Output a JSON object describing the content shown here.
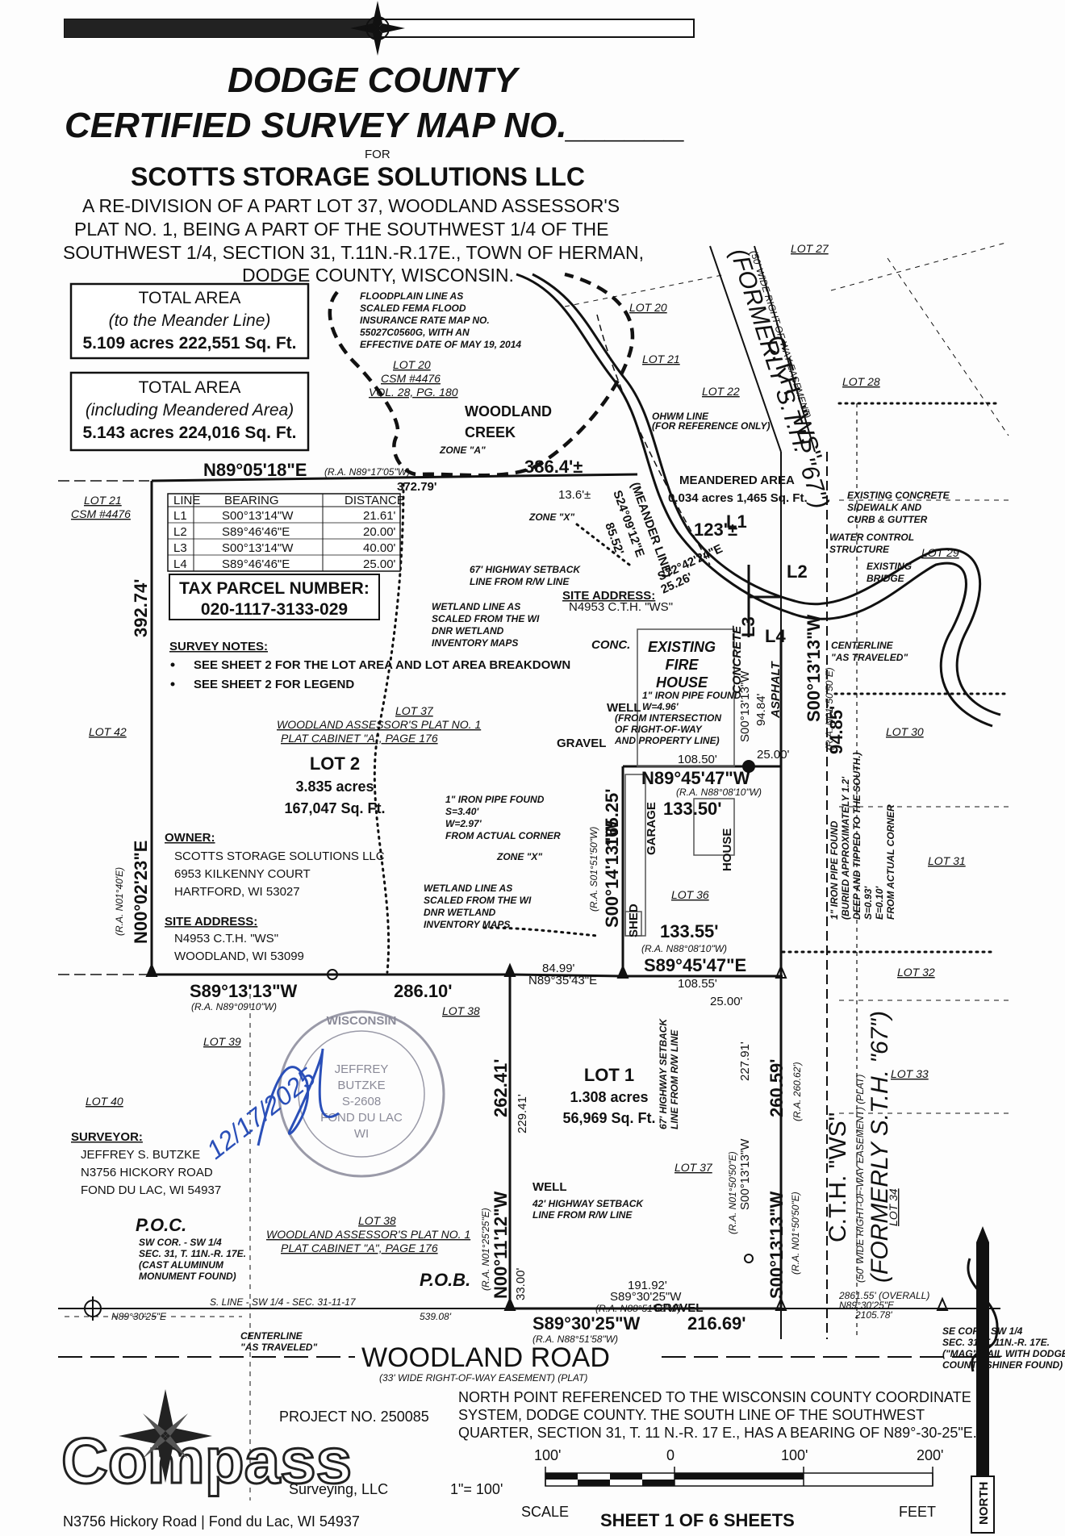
{
  "header": {
    "title_line1": "DODGE COUNTY",
    "title_line2": "CERTIFIED SURVEY MAP NO.______",
    "for": "FOR",
    "client": "SCOTTS STORAGE SOLUTIONS LLC",
    "desc1": "A RE-DIVISION OF A PART LOT 37, WOODLAND ASSESSOR'S",
    "desc2": "PLAT NO. 1, BEING A PART OF THE SOUTHWEST 1/4 OF THE",
    "desc3": "SOUTHWEST 1/4, SECTION 31, T.11N.-R.17E., TOWN OF HERMAN,",
    "desc4": "DODGE COUNTY, WISCONSIN."
  },
  "area_boxes": [
    {
      "title": "TOTAL AREA",
      "subtitle": "(to the Meander Line)",
      "value": "5.109 acres  222,551 Sq. Ft."
    },
    {
      "title": "TOTAL AREA",
      "subtitle": "(including Meandered Area)",
      "value": "5.143 acres   224,016 Sq. Ft."
    }
  ],
  "line_table": {
    "headers": [
      "LINE",
      "BEARING",
      "DISTANCE"
    ],
    "rows": [
      [
        "L1",
        "S00°13'14\"W",
        "21.61'"
      ],
      [
        "L2",
        "S89°46'46\"E",
        "20.00'"
      ],
      [
        "L3",
        "S00°13'14\"W",
        "40.00'"
      ],
      [
        "L4",
        "S89°46'46\"E",
        "25.00'"
      ]
    ]
  },
  "tax_parcel": {
    "label": "TAX PARCEL NUMBER:",
    "number": "020-1117-3133-029"
  },
  "survey_notes": {
    "title": "SURVEY NOTES:",
    "items": [
      "SEE SHEET 2 FOR THE LOT AREA AND LOT AREA BREAKDOWN",
      "SEE SHEET 2 FOR LEGEND"
    ]
  },
  "owner": {
    "title": "OWNER:",
    "lines": [
      "SCOTTS STORAGE SOLUTIONS LLC",
      "6953 KILKENNY COURT",
      "HARTFORD, WI 53027"
    ]
  },
  "site_address": {
    "title": "SITE ADDRESS:",
    "lines": [
      "N4953 C.T.H. \"WS\"",
      "WOODLAND, WI 53099"
    ]
  },
  "surveyor": {
    "title": "SURVEYOR:",
    "lines": [
      "JEFFREY S. BUTZKE",
      "N3756 HICKORY ROAD",
      "FOND DU LAC, WI 54937"
    ]
  },
  "lots": {
    "lot2": {
      "name": "LOT 2",
      "acres": "3.835 acres",
      "sqft": "167,047 Sq. Ft."
    },
    "lot1": {
      "name": "LOT 1",
      "acres": "1.308 acres",
      "sqft": "56,969 Sq. Ft."
    }
  },
  "bearings": {
    "north_line": "N89°05'18\"E",
    "north_ra": "(R.A. N89°17'05\"W)",
    "north_dist": "386.4'±",
    "north_sub": "372.79'",
    "west_dist": "392.74'",
    "west_bearing": "N00°02'23\"E",
    "west_ra": "(R.A. N01°40'E)",
    "mid_line": "S89°13'13\"W",
    "mid_ra": "(R.A. N89°09'10\"W)",
    "mid_dist": "286.10'",
    "mid_sub": "84.99'",
    "mid_sub2": "N89°35'43\"E",
    "south_line": "S89°30'25\"W",
    "south_ra": "(R.A. N88°51'58\"W)",
    "south_dist": "216.69'",
    "south_sub": "191.92'",
    "south_sub_bearing": "S89°30'25\"W",
    "south_sub_ra": "(R.A. N88°51'58\"W)",
    "lot1_west": "N00°11'12\"W",
    "lot1_west_ra": "(R.A. N01°25'25\"E)",
    "lot1_west_dist": "262.41'",
    "lot1_inner": "229.41'",
    "lot1_east": "S00°13'13\"W",
    "lot1_east_ra": "(R.A. N01°50'50\"E)",
    "lot1_east_dist": "260.59'",
    "lot1_east_ra2": "(R.A. 260.62')",
    "lot1_inner_east": "227.91'",
    "house_line": "N89°45'47\"W",
    "house_ra": "(R.A. N88°08'10\"W)",
    "house_dist": "133.50'",
    "house_sub": "108.50'",
    "house_side": "25.00'",
    "garage_line": "S00°14'13\"W",
    "garage_ra": "(R.A. S01°51'50\"W)",
    "garage_dist": "165.25'",
    "south_house": "S89°45'47\"E",
    "south_house_ra": "(R.A. N88°08'10\"W)",
    "south_house_dist": "133.55'",
    "south_house_sub": "108.55'",
    "south_house_side": "25.00'",
    "east_line": "S00°13'13\"W",
    "east_ra": "(R.A. N01°50'50\"E)",
    "east_dist": "94.85'",
    "east_inner": "94.84'",
    "east_inner_bearing": "S00°13'13\"W",
    "meander_dist": "123'±",
    "meander_bearing": "S24°09'12\"E",
    "meander_sub": "85.52'",
    "meander2": "S72°42'24\"E",
    "meander2_dist": "25.26'",
    "meander_bit": "13.6'±",
    "row_inner": "S00°13'13\"W",
    "overall": "2861.55' (OVERALL)",
    "overall_bearing": "N89°30'25\"E",
    "sec_dist": "2105.78'",
    "pob_dist": "539.08'",
    "pob_33": "33.00'"
  },
  "labels": {
    "floodplain": [
      "FLOODPLAIN LINE AS",
      "SCALED FEMA FLOOD",
      "INSURANCE RATE MAP NO.",
      "55027C0560G, WITH AN",
      "EFFECTIVE DATE OF MAY 19, 2014"
    ],
    "lot20_csm": [
      "LOT 20",
      "CSM #4476",
      "VOL. 28, PG. 180"
    ],
    "creek": [
      "WOODLAND",
      "CREEK"
    ],
    "zone_a": "ZONE \"A\"",
    "zone_x": "ZONE \"X\"",
    "zone_x2": "ZONE \"X\"",
    "ohwm": [
      "OHWM LINE",
      "(FOR REFERENCE ONLY)"
    ],
    "meandered": [
      "MEANDERED AREA",
      "0.034 acres   1,465 Sq. Ft."
    ],
    "concrete": [
      "EXISTING CONCRETE",
      "SIDEWALK AND",
      "CURB & GUTTER"
    ],
    "water": [
      "WATER CONTROL",
      "STRUCTURE"
    ],
    "bridge": [
      "EXISTING",
      "BRIDGE"
    ],
    "centerline_travel": [
      "CENTERLINE",
      "\"AS TRAVELED\""
    ],
    "setback67": [
      "67' HIGHWAY SETBACK",
      "LINE FROM R/W LINE"
    ],
    "wetland1": [
      "WETLAND LINE AS",
      "SCALED FROM THE WI",
      "DNR WETLAND",
      "INVENTORY MAPS"
    ],
    "wetland2": [
      "WETLAND LINE AS",
      "SCALED FROM THE WI",
      "DNR WETLAND",
      "INVENTORY MAPS"
    ],
    "site_addr_small": [
      "SITE ADDRESS:",
      "N4953 C.T.H. \"WS\""
    ],
    "conc": "CONC.",
    "fire_house": [
      "EXISTING",
      "FIRE",
      "HOUSE"
    ],
    "well": "WELL",
    "well2": "WELL",
    "gravel": "GRAVEL",
    "gravel2": "GRAVEL",
    "iron_pipe": [
      "1\" IRON PIPE FOUND",
      "W=4.96'",
      "(FROM INTERSECTION",
      "OF RIGHT-OF-WAY",
      "AND PROPERTY LINE)"
    ],
    "iron_pipe2": [
      "1\" IRON PIPE FOUND",
      "S=3.40'",
      "W=2.97'",
      "FROM ACTUAL CORNER"
    ],
    "iron_pipe3": [
      "1\" IRON PIPE FOUND",
      "(BURIED APPROXIMATELY 1.2'",
      "DEEP AND TIPPED TO THE SOUTH.)",
      "S=0.93'",
      "E=0.10'",
      "FROM ACTUAL CORNER"
    ],
    "garage": "GARAGE",
    "house": "HOUSE",
    "shed": "SHED",
    "concrete_v": "CONCRETE",
    "asphalt_v": "ASPHALT",
    "lot37_plat": [
      "LOT 37",
      "WOODLAND ASSESSOR'S PLAT NO. 1",
      "PLAT CABINET \"A\", PAGE 176"
    ],
    "lot38_plat": [
      "LOT 38",
      "WOODLAND ASSESSOR'S PLAT NO. 1",
      "PLAT CABINET \"A\", PAGE 176"
    ],
    "setback67b": [
      "67' HIGHWAY SETBACK",
      "LINE FROM R/W LINE"
    ],
    "setback42": [
      "42' HIGHWAY SETBACK",
      "LINE FROM R/W LINE"
    ],
    "cth_ws": "C.T.H. \"WS\"",
    "cth_row": "(50' WIDE RIGHT-OF-WAY EASEMENT)",
    "cth_former": "(FORMERLY S.T.H. \"67\")",
    "cth_row_plat": "(50' WIDE RIGHT-OF-WAY EASEMENT) (PLAT)",
    "poc": "P.O.C.",
    "poc_desc": [
      "SW COR. - SW 1/4",
      "SEC. 31, T. 11N.-R. 17E.",
      "(CAST ALUMINUM",
      "MONUMENT FOUND)"
    ],
    "pob": "P.O.B.",
    "sline": "S. LINE - SW 1/4 - SEC. 31-11-17",
    "sline_bearing": "N89°30'25\"E",
    "centerline2": [
      "CENTERLINE",
      "\"AS TRAVELED\""
    ],
    "se_cor": [
      "SE COR. - SW 1/4",
      "SEC. 31, T. 11N.-R. 17E.",
      "(\"MAG\" NAIL WITH DODGE",
      "COUNTY SHINER FOUND)"
    ],
    "road": "WOODLAND  ROAD",
    "road_row": "(33' WIDE RIGHT-OF-WAY EASEMENT) (PLAT)",
    "l1": "L1",
    "l2": "L2",
    "l3": "L3",
    "l4": "L4",
    "l1_meander": "(MEANDER LINE)"
  },
  "lot_labels": [
    "LOT 27",
    "LOT 20",
    "LOT 21",
    "LOT 22",
    "LOT 28",
    "LOT 21",
    "CSM #4476",
    "LOT 29",
    "LOT 42",
    "LOT 30",
    "LOT 31",
    "LOT 36",
    "LOT 32",
    "LOT 38",
    "LOT 39",
    "LOT 33",
    "LOT 40",
    "LOT 37",
    "LOT 34"
  ],
  "seal": {
    "ring": "WISCONSIN",
    "name": [
      "JEFFREY",
      "BUTZKE",
      "S-2608",
      "FOND DU LAC",
      "WI"
    ],
    "signature_date": "12/17/2025"
  },
  "footer": {
    "north_note": [
      "NORTH POINT REFERENCED TO THE WISCONSIN COUNTY COORDINATE",
      "SYSTEM, DODGE COUNTY.  THE SOUTH LINE OF THE SOUTHWEST",
      "QUARTER, SECTION 31, T. 11 N.-R. 17 E., HAS A BEARING OF N89°-30-25\"E."
    ],
    "project": "PROJECT NO. 250085",
    "company_logo": "Compass",
    "company_sub": "Surveying, LLC",
    "scale_ratio": "1\"= 100'",
    "address": "N3756 Hickory Road  |  Fond du Lac, WI 54937",
    "scale_ticks": [
      "100'",
      "0",
      "100'",
      "200'"
    ],
    "scale_word": "SCALE",
    "sheet": "SHEET   1   OF   6   SHEETS",
    "feet": "FEET",
    "north": "NORTH"
  },
  "colors": {
    "ink": "#111111",
    "signature": "#2a4fb8",
    "seal": "#9a9aa8"
  }
}
